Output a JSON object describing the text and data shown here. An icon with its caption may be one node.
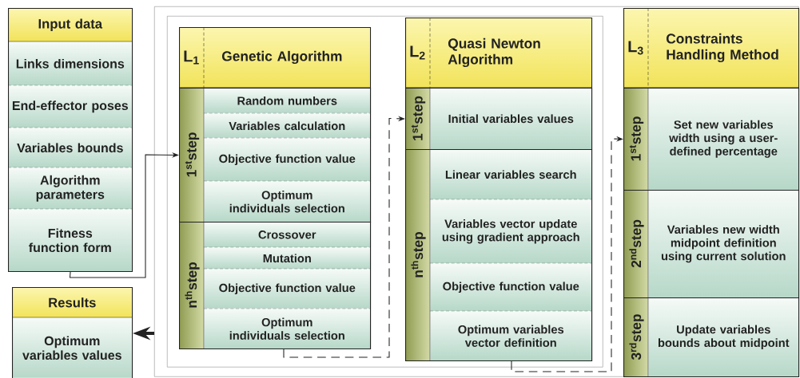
{
  "diagram": {
    "nodes": [
      {
        "text": [
          "Input data",
          "Links dimensions",
          "End-effector poses",
          "Variables bounds",
          "Algorithm parameters",
          "Fitness function form"
        ]
      },
      {
        "text": [
          "Results",
          "Optimum variables values"
        ]
      },
      {
        "text": [],
        "shape": "box"
      },
      {
        "text": [],
        "shape": "box",
        "in": 2
      },
      {
        "text": [
          "L$_{1}$",
          "Genetic Algorithm"
        ],
        "in": 3
      },
      {
        "text": [
          "1$^{st}$step",
          "Random numbers",
          "Variables calculation",
          "Objective function value",
          "Optimum individuals selection"
        ],
        "in": 4
      },
      {
        "text": [
          "n$^{th}$step",
          "Crossover",
          "Mutation",
          "Objective function value",
          "Optimum individuals selection"
        ],
        "in": 4
      },
      {
        "text": [
          "L$_{2}$",
          "Quasi Newton Algorithm"
        ],
        "in": 3
      },
      {
        "text": [
          "1$^{st}$step",
          "Initial variables values"
        ],
        "in": 7
      },
      {
        "text": [
          "n$^{th}$step",
          "Linear variables search",
          "Variables vector update using gradient approach",
          "Objective function value",
          "Optimum variables vector definition"
        ],
        "in": 7
      },
      {
        "text": [
          "L$_{3}$",
          "Constraints Handling Method"
        ],
        "in": 2
      },
      {
        "text": [
          "1$^{st}$step",
          "Set new variables width using a user-defined percentage"
        ],
        "in": 10
      },
      {
        "text": [
          "2$^{nd}$step",
          "Variables new width midpoint definition using current solution"
        ],
        "in": 10
      },
      {
        "text": [
          "3$^{rd}$step",
          "Update variables bounds about midpoint"
        ],
        "in": 10
      }
    ],
    "edges": [
      {
        "from": 0,
        "to": 5,
        "arrow": "to"
      },
      {
        "from": 6,
        "to": 8,
        "arrow": "to",
        "style": "dashed"
      },
      {
        "from": 9,
        "to": 11,
        "arrow": "to",
        "style": "dashed"
      },
      {
        "from": 2,
        "to": 1,
        "arrow": "to",
        "style": "thick"
      }
    ]
  }
}
